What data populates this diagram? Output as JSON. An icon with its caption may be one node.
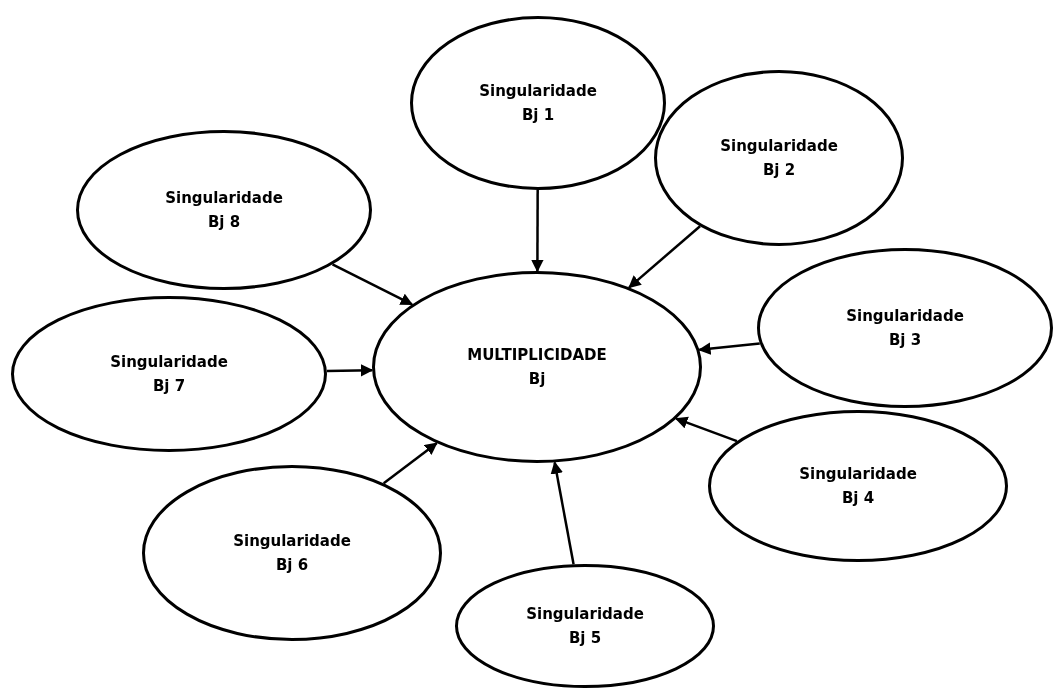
{
  "diagram": {
    "nodes": [
      {
        "text": [
          "Singularidade",
          "Bj 1"
        ]
      },
      {
        "text": [
          "Singularidade",
          "Bj 2"
        ]
      },
      {
        "text": [
          "Singularidade",
          "Bj 8"
        ]
      },
      {
        "text": [
          "Singularidade",
          "Bj 3"
        ]
      },
      {
        "text": [
          "MULTIPLICIDADE",
          "Bj"
        ]
      },
      {
        "text": [
          "Singularidade",
          "Bj 7"
        ]
      },
      {
        "text": [
          "Singularidade",
          "Bj 4"
        ]
      },
      {
        "text": [
          "Singularidade",
          "Bj 6"
        ]
      },
      {
        "text": [
          "Singularidade",
          "Bj 5"
        ]
      }
    ],
    "edges": [
      {
        "from": 0,
        "to": 4,
        "arrow": "to"
      },
      {
        "from": 1,
        "to": 4,
        "arrow": "to"
      },
      {
        "from": 2,
        "to": 4,
        "arrow": "to"
      },
      {
        "from": 3,
        "to": 4,
        "arrow": "to"
      },
      {
        "from": 5,
        "to": 4,
        "arrow": "to"
      },
      {
        "from": 6,
        "to": 4,
        "arrow": "to"
      },
      {
        "from": 7,
        "to": 4,
        "arrow": "to"
      },
      {
        "from": 8,
        "to": 4,
        "arrow": "to"
      }
    ]
  }
}
